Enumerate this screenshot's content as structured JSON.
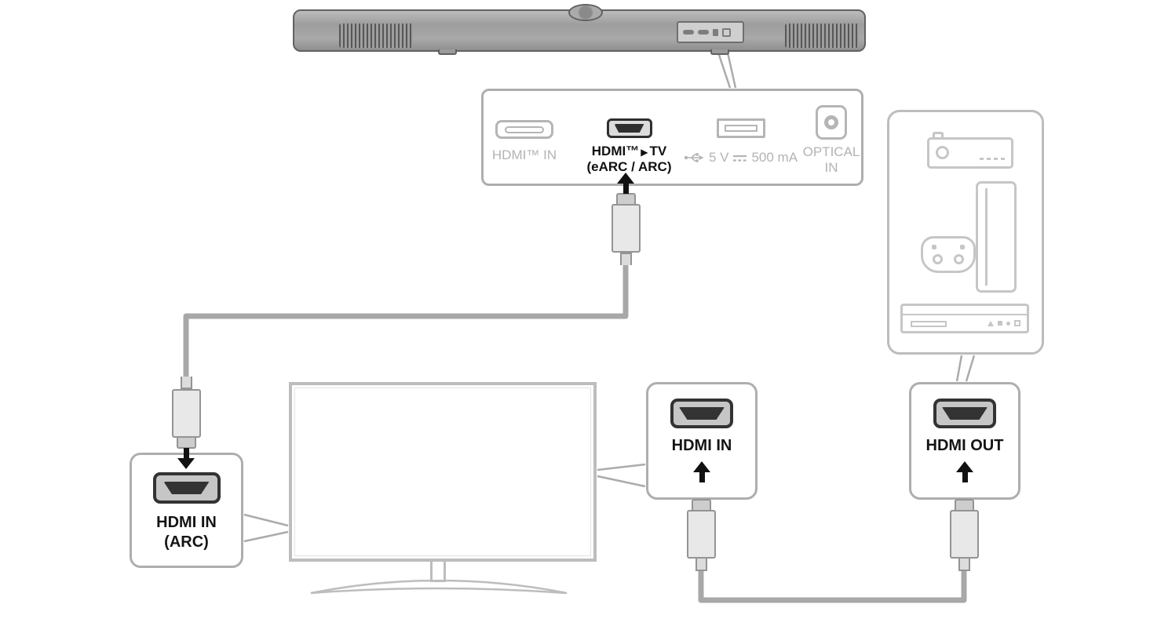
{
  "colors": {
    "label_black": "#111111",
    "muted_gray": "#b3b3b3",
    "box_border_gray": "#aeaeae",
    "cable_gray": "#a8a8a8",
    "soundbar_gray": "#a5a5a5"
  },
  "rear_panel": {
    "hdmi_in": {
      "label": "HDMI™ IN"
    },
    "hdmi_out_tv": {
      "brand": "HDMI™",
      "arrow": "▶",
      "target": "TV",
      "sublabel": "(eARC / ARC)"
    },
    "usb": {
      "voltage": "5 V",
      "current": "500 mA"
    },
    "optical": {
      "line1": "OPTICAL",
      "line2": "IN"
    }
  },
  "tv_arc_callout": {
    "line1": "HDMI IN",
    "line2": "(ARC)"
  },
  "tv_hdmi_in_callout": {
    "label": "HDMI IN"
  },
  "device_hdmi_out_callout": {
    "label": "HDMI OUT"
  }
}
